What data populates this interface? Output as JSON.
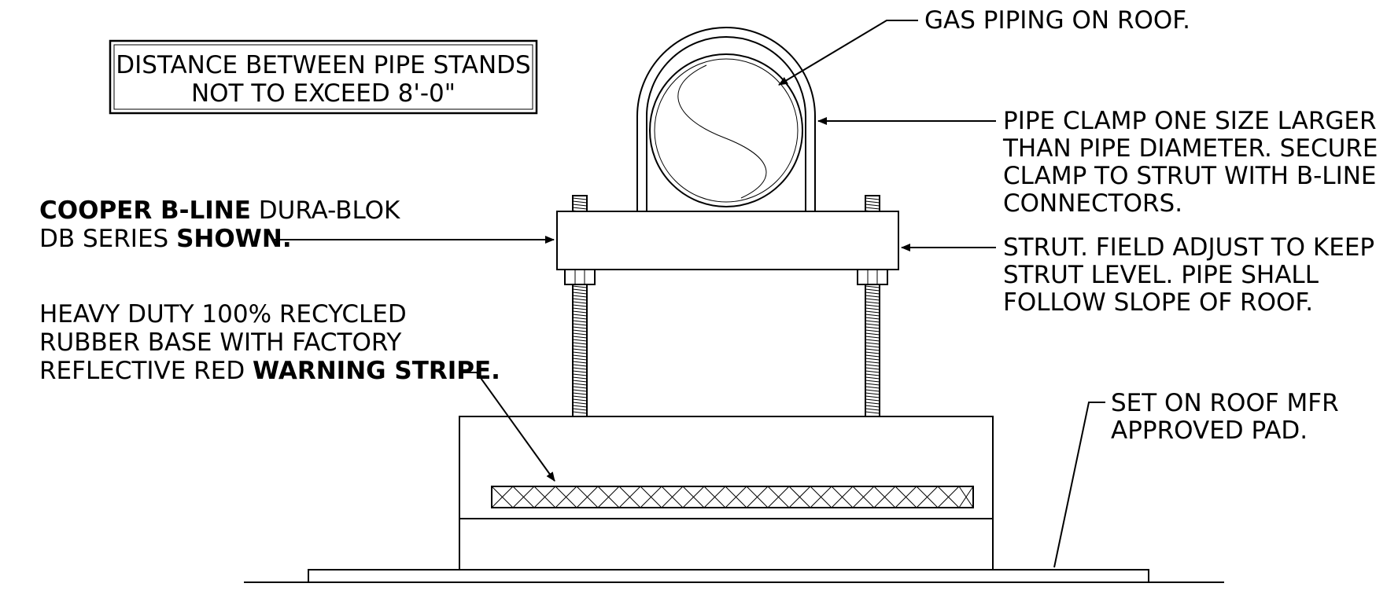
{
  "title_box": {
    "line1": "DISTANCE BETWEEN PIPE STANDS",
    "line2": "NOT TO EXCEED 8'-0\""
  },
  "callouts": {
    "gas_piping": "GAS  PIPING ON ROOF.",
    "pipe_clamp": [
      "PIPE CLAMP ONE SIZE LARGER",
      "THAN PIPE DIAMETER. SECURE",
      "CLAMP TO STRUT WITH B-LINE",
      "CONNECTORS."
    ],
    "product": {
      "line1_bold": "COOPER B-LINE",
      "line1_normal": " DURA-BLOK",
      "line2_normal": "DB SERIES ",
      "line2_bold": "SHOWN."
    },
    "strut": [
      "STRUT. FIELD ADJUST TO KEEP",
      "STRUT LEVEL. PIPE SHALL",
      "FOLLOW SLOPE OF ROOF."
    ],
    "rubber_base": {
      "line1": "HEAVY DUTY 100% RECYCLED",
      "line2": "RUBBER BASE WITH FACTORY",
      "line3_normal": "REFLECTIVE RED ",
      "line3_bold": "WARNING STRIPE."
    },
    "roof_pad": [
      "SET ON ROOF MFR",
      "APPROVED PAD."
    ]
  }
}
